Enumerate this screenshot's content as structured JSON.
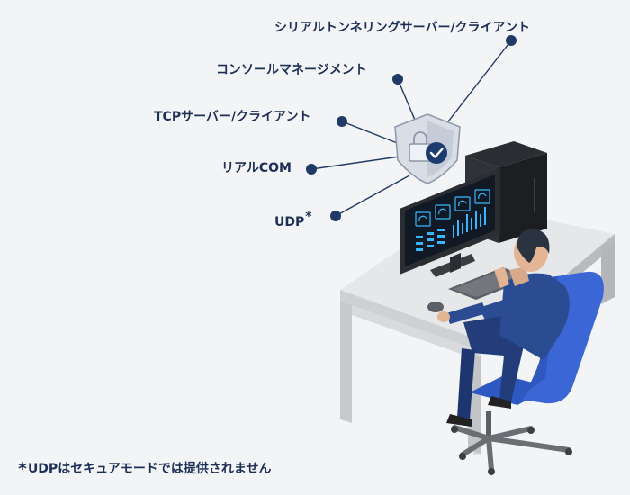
{
  "callouts": [
    {
      "id": "serial",
      "label": "シリアルトンネリングサーバー/クライアント"
    },
    {
      "id": "console",
      "label": "コンソールマネージメント"
    },
    {
      "id": "tcp",
      "label": "TCPサーバー/クライアント"
    },
    {
      "id": "realcom",
      "label": "リアルCOM"
    },
    {
      "id": "udp",
      "label": "UDP",
      "marker": "*"
    }
  ],
  "footnote": {
    "marker": "*",
    "text": "UDPはセキュアモードでは提供されません"
  },
  "colors": {
    "background": "#f3f4f6",
    "label_text": "#1d2f55",
    "line_dot": "#1f3a66",
    "desk_top": "#e7e8ea",
    "desk_side": "#c8c9cc",
    "chair": "#3a66d6",
    "shirt": "#2b4b93",
    "screen_glow": "#38b6ff"
  },
  "icons": [
    "shield-lock-check-icon",
    "computer-workstation-illustration",
    "person-at-desk-illustration"
  ]
}
